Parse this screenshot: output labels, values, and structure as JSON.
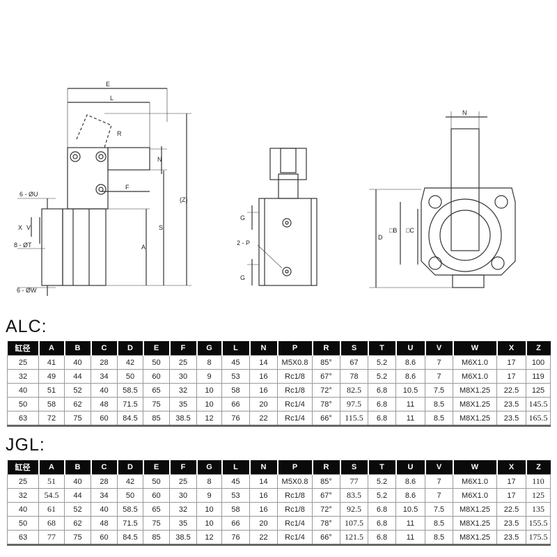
{
  "drawing": {
    "side_view_labels": {
      "E": "E",
      "L": "L",
      "R": "R",
      "N": "N",
      "F": "F",
      "Z": "(Z)",
      "S": "S",
      "A": "A",
      "U": "6 - ØU",
      "V": "V",
      "X": "X",
      "T": "8 - ØT",
      "W": "6 - ØW"
    },
    "front_view_labels": {
      "G_top": "G",
      "P": "2 - P",
      "G_bottom": "G"
    },
    "top_view_labels": {
      "N": "N",
      "D": "D",
      "B": "□B",
      "C": "□C"
    }
  },
  "tables": [
    {
      "title": "ALC:",
      "headers": [
        "缸径",
        "A",
        "B",
        "C",
        "D",
        "E",
        "F",
        "G",
        "L",
        "N",
        "P",
        "R",
        "S",
        "T",
        "U",
        "V",
        "W",
        "X",
        "Z"
      ],
      "rows": [
        [
          "25",
          "41",
          "40",
          "28",
          "42",
          "50",
          "25",
          "8",
          "45",
          "14",
          "M5X0.8",
          "85°",
          "67",
          "5.2",
          "8.6",
          "7",
          "M6X1.0",
          "17",
          "100"
        ],
        [
          "32",
          "49",
          "44",
          "34",
          "50",
          "60",
          "30",
          "9",
          "53",
          "16",
          "Rc1/8",
          "67°",
          "78",
          "5.2",
          "8.6",
          "7",
          "M6X1.0",
          "17",
          "119"
        ],
        [
          "40",
          "51",
          "52",
          "40",
          "58.5",
          "65",
          "32",
          "10",
          "58",
          "16",
          "Rc1/8",
          "72°",
          "82.5",
          "6.8",
          "10.5",
          "7.5",
          "M8X1.25",
          "22.5",
          "125"
        ],
        [
          "50",
          "58",
          "62",
          "48",
          "71.5",
          "75",
          "35",
          "10",
          "66",
          "20",
          "Rc1/4",
          "78°",
          "97.5",
          "6.8",
          "11",
          "8.5",
          "M8X1.25",
          "23.5",
          "145.5"
        ],
        [
          "63",
          "72",
          "75",
          "60",
          "84.5",
          "85",
          "38.5",
          "12",
          "76",
          "22",
          "Rc1/4",
          "66°",
          "115.5",
          "6.8",
          "11",
          "8.5",
          "M8X1.25",
          "23.5",
          "165.5"
        ]
      ]
    },
    {
      "title": "JGL:",
      "headers": [
        "缸径",
        "A",
        "B",
        "C",
        "D",
        "E",
        "F",
        "G",
        "L",
        "N",
        "P",
        "R",
        "S",
        "T",
        "U",
        "V",
        "W",
        "X",
        "Z"
      ],
      "rows": [
        [
          "25",
          "51",
          "40",
          "28",
          "42",
          "50",
          "25",
          "8",
          "45",
          "14",
          "M5X0.8",
          "85°",
          "77",
          "5.2",
          "8.6",
          "7",
          "M6X1.0",
          "17",
          "110"
        ],
        [
          "32",
          "54.5",
          "44",
          "34",
          "50",
          "60",
          "30",
          "9",
          "53",
          "16",
          "Rc1/8",
          "67°",
          "83.5",
          "5.2",
          "8.6",
          "7",
          "M6X1.0",
          "17",
          "125"
        ],
        [
          "40",
          "61",
          "52",
          "40",
          "58.5",
          "65",
          "32",
          "10",
          "58",
          "16",
          "Rc1/8",
          "72°",
          "92.5",
          "6.8",
          "10.5",
          "7.5",
          "M8X1.25",
          "22.5",
          "135"
        ],
        [
          "50",
          "68",
          "62",
          "48",
          "71.5",
          "75",
          "35",
          "10",
          "66",
          "20",
          "Rc1/4",
          "78°",
          "107.5",
          "6.8",
          "11",
          "8.5",
          "M8X1.25",
          "23.5",
          "155.5"
        ],
        [
          "63",
          "77",
          "75",
          "60",
          "84.5",
          "85",
          "38.5",
          "12",
          "76",
          "22",
          "Rc1/4",
          "66°",
          "121.5",
          "6.8",
          "11",
          "8.5",
          "M8X1.25",
          "23.5",
          "175.5"
        ]
      ]
    }
  ]
}
